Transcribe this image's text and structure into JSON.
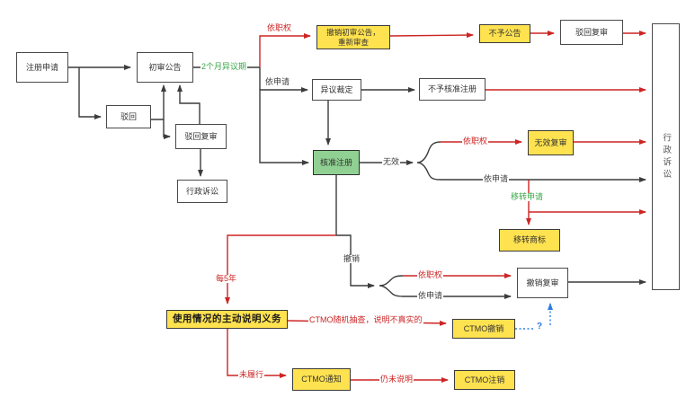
{
  "colors": {
    "yellow_fill": "#ffe24f",
    "green_fill": "#90d092",
    "red": "#cc2524",
    "black_line": "#3c3c3c",
    "green_text": "#3ba648",
    "blue": "#2b7de0"
  },
  "nodes": [
    {
      "id": "registration-application",
      "label": "注册申请"
    },
    {
      "id": "preliminary-announcement",
      "label": "初审公告"
    },
    {
      "id": "rejection",
      "label": "驳回"
    },
    {
      "id": "rejection-review",
      "label": "驳回复审"
    },
    {
      "id": "administrative-litigation-left",
      "label": "行政诉讼"
    },
    {
      "id": "revoke-preliminary-announcement",
      "label": "撤销初审公告，\n重新审查"
    },
    {
      "id": "no-announcement",
      "label": "不予公告"
    },
    {
      "id": "rejection-review-top",
      "label": "驳回复审"
    },
    {
      "id": "opposition-ruling",
      "label": "异议裁定"
    },
    {
      "id": "disapprove-registration",
      "label": "不予核准注册"
    },
    {
      "id": "approve-registration",
      "label": "核准注册"
    },
    {
      "id": "invalidation-review",
      "label": "无效复审"
    },
    {
      "id": "transfer-trademark",
      "label": "移转商标"
    },
    {
      "id": "administrative-litigation-right",
      "label": "行政诉讼"
    },
    {
      "id": "revocation-review",
      "label": "撤销复审"
    },
    {
      "id": "ctmo-revoke",
      "label": "CTMO撤销"
    },
    {
      "id": "usage-statement-obligation",
      "label": "使用情况的主动说明义务"
    },
    {
      "id": "ctmo-notice",
      "label": "CTMO通知"
    },
    {
      "id": "ctmo-cancel",
      "label": "CTMO注销"
    }
  ],
  "labels": [
    {
      "id": "opposition-period",
      "text": "2个月异议期"
    },
    {
      "id": "ex-officio-top",
      "text": "依职权"
    },
    {
      "id": "by-application-top",
      "text": "依申请"
    },
    {
      "id": "invalid",
      "text": "无效"
    },
    {
      "id": "ex-officio-mid",
      "text": "依职权"
    },
    {
      "id": "by-application-mid",
      "text": "依申请"
    },
    {
      "id": "transfer-application",
      "text": "移转申请"
    },
    {
      "id": "revoke",
      "text": "撤销"
    },
    {
      "id": "ex-officio-bottom",
      "text": "依职权"
    },
    {
      "id": "by-application-bottom",
      "text": "依申请"
    },
    {
      "id": "every-5-years",
      "text": "每5年"
    },
    {
      "id": "ctmo-random-check",
      "text": "CTMO随机抽查，说明不真实的"
    },
    {
      "id": "not-performed",
      "text": "未履行"
    },
    {
      "id": "still-no-statement",
      "text": "仍未说明"
    },
    {
      "id": "question-mark",
      "text": "?"
    }
  ]
}
